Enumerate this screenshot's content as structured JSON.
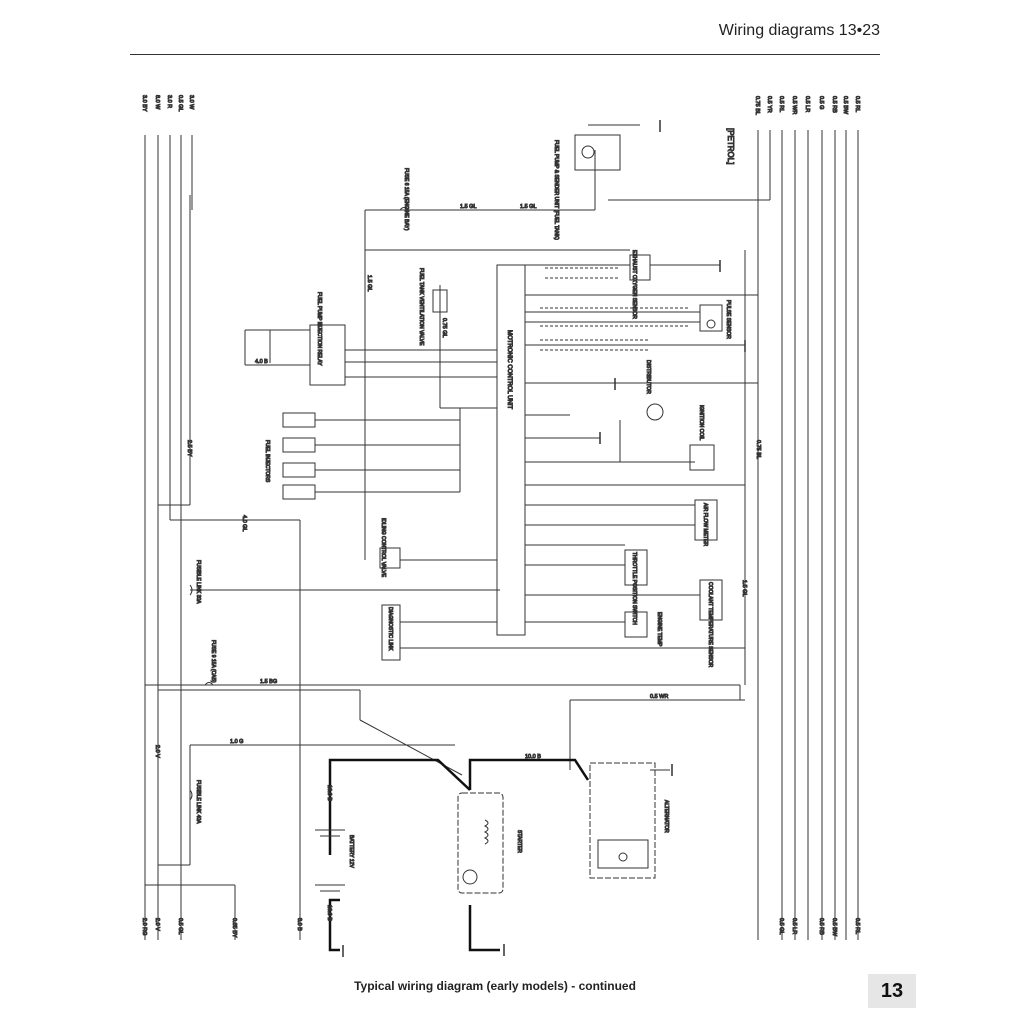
{
  "header": {
    "title": "Wiring diagrams 13•23"
  },
  "caption": "Typical wiring diagram (early models) - continued",
  "page_tab": "13",
  "diagram": {
    "variant_label": "[PETROL]",
    "left_wires_top": [
      "3.0 BY",
      "8.0 W",
      "3.0 R",
      "0.5 GL",
      "3.0 W"
    ],
    "left_wires_bottom": [
      "2.0 RG",
      "2.0 V",
      "0.5 GL",
      "0.85 BY",
      "3.0 B"
    ],
    "right_wires_top": [
      "0.75 BL",
      "0.5 YR",
      "0.5 RL",
      "0.5 WR",
      "0.5 LR",
      "0.5 G",
      "0.5 RB",
      "0.5 BW",
      "0.5 RL"
    ],
    "right_wires_bottom": [
      "0.5 GL",
      "0.5 LR",
      "0.5 RB",
      "0.5 BW",
      "0.5 RL"
    ],
    "components": {
      "ecu": "MOTRONIC CONTROL UNIT",
      "fuel_pump_relay": "FUEL PUMP INJECTION RELAY",
      "fuel_injectors": "FUEL INJECTORS",
      "fuel_tank_valve": "FUEL TANK VENTILATION VALVE",
      "fuel_pump_sender": "FUEL PUMP & SENDER UNIT (FUEL TANK)",
      "oxygen_sensor": "EXHAUST OXYGEN SENSOR",
      "pulse_sensor": "PULSE SENSOR",
      "distributor": "DISTRIBUTOR",
      "ignition_coil": "IGNITION COIL",
      "idling_valve": "IDLING CONTROL VALVE",
      "diagnostic_link": "DIAGNOSTIC LINK",
      "air_flow_meter": "AIR FLOW METER",
      "throttle_switch": "THROTTLE POSITION SWITCH",
      "coolant_sensor": "COOLANT TEMPERATURE SENSOR",
      "engine_temp": "ENGINE TEMP",
      "alternator": "ALTERNATOR",
      "starter": "STARTER",
      "battery": "BATTERY 12V",
      "fusible_link_top": "FUSIBLE LINK 30A",
      "fusible_link_bottom": "FUSIBLE LINK 40A",
      "fuse6": "FUSE 6 15A (ENGINE BAY)",
      "fuse9": "FUSE 9 15A (CAB)"
    },
    "wire_labels": {
      "w1": "1.5 GL",
      "w2": "1.5 GL",
      "w3": "1.5 GL",
      "w4": "0.75 GL",
      "w5": "4.0 GL",
      "w6": "2.5 BY",
      "w7": "4.0 B",
      "w8": "1.5 BG",
      "w9": "16.0 B",
      "w10": "16.0 B",
      "w11": "10.0 B",
      "w12": "1.0 G",
      "w13": "0.5 WR",
      "w14": "1.5 GL",
      "w15": "0.75 BL",
      "w16": "2.0 V"
    }
  }
}
